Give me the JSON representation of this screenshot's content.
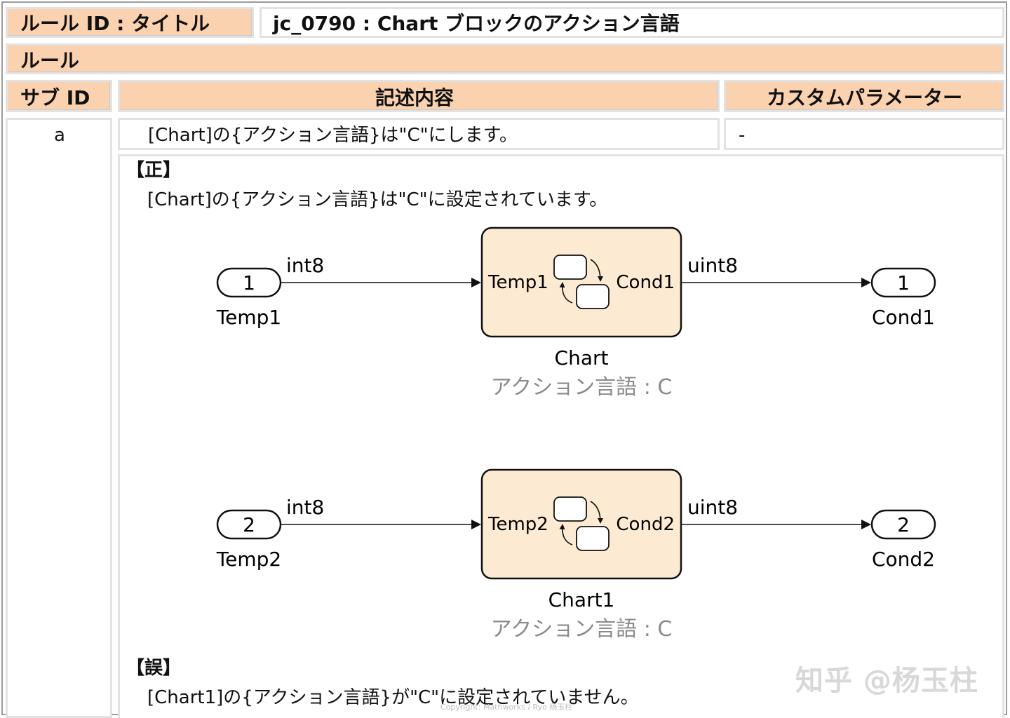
{
  "rule_header": {
    "label": "ルール ID : タイトル",
    "value": "jc_0790 : Chart ブロックのアクション言語"
  },
  "rule_section": "ルール",
  "columns": {
    "sub_id": "サブ ID",
    "description": "記述内容",
    "custom_param": "カスタムパラメーター"
  },
  "row": {
    "sub_id": "a",
    "description": "[Chart]の{アクション言語}は\"C\"にします。",
    "custom_param": "-"
  },
  "correct": {
    "heading": "【正】",
    "text": "[Chart]の{アクション言語}は\"C\"に設定されています。"
  },
  "incorrect": {
    "heading": "【誤】",
    "text": "[Chart1]の{アクション言語}が\"C\"に設定されていません。"
  },
  "diagrams": [
    {
      "in_port": "1",
      "in_name": "Temp1",
      "in_type": "int8",
      "chart_in": "Temp1",
      "chart_out": "Cond1",
      "chart_name": "Chart",
      "chart_lang": "アクション言語 : C",
      "out_type": "uint8",
      "out_port": "1",
      "out_name": "Cond1"
    },
    {
      "in_port": "2",
      "in_name": "Temp2",
      "in_type": "int8",
      "chart_in": "Temp2",
      "chart_out": "Cond2",
      "chart_name": "Chart1",
      "chart_lang": "アクション言語 : C",
      "out_type": "uint8",
      "out_port": "2",
      "out_name": "Cond2"
    }
  ],
  "watermark": "知乎 @杨玉柱",
  "copyright": "Copyright: Mathworks / Ryo 杨玉柱",
  "colors": {
    "header_bg": "#fbd2b0",
    "chart_fill": "#fcebd2",
    "border": "#e2e2e2"
  }
}
